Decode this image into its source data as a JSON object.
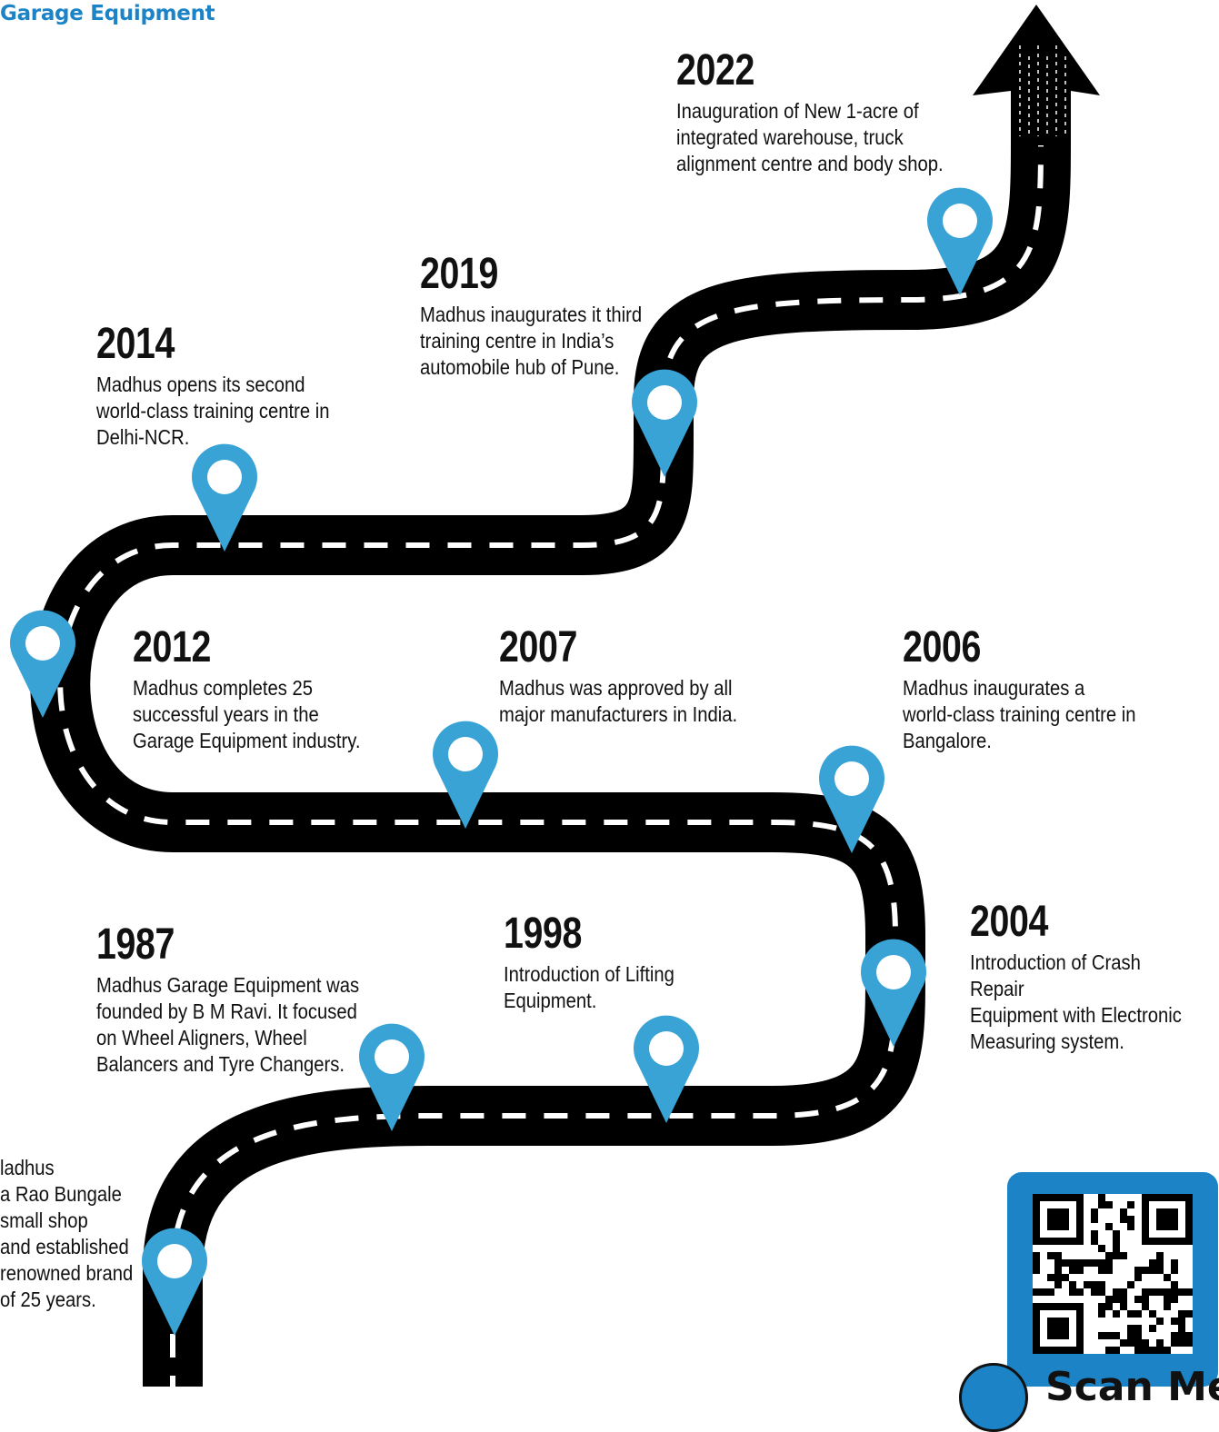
{
  "brand": {
    "tagline": "Garage Equipment",
    "accent_color": "#1c84c6"
  },
  "milestones": [
    {
      "id": "2022",
      "year": "2022",
      "description": "Inauguration of New 1-acre of\nintegrated warehouse, truck\nalignment centre and body shop."
    },
    {
      "id": "2019",
      "year": "2019",
      "description": "Madhus inaugurates it third\ntraining centre in India’s\nautomobile hub of Pune."
    },
    {
      "id": "2014",
      "year": "2014",
      "description": "Madhus opens its second\nworld-class training centre in\nDelhi-NCR."
    },
    {
      "id": "2012",
      "year": "2012",
      "description": "Madhus completes 25\nsuccessful years in the\nGarage Equipment industry."
    },
    {
      "id": "2007",
      "year": "2007",
      "description": "Madhus was approved by all\nmajor manufacturers in India."
    },
    {
      "id": "2006",
      "year": "2006",
      "description": "Madhus inaugurates a\nworld-class training centre in\nBangalore."
    },
    {
      "id": "2004",
      "year": "2004",
      "description": "Introduction of Crash Repair\nEquipment with Electronic\nMeasuring system."
    },
    {
      "id": "1998",
      "year": "1998",
      "description": "Introduction of Lifting\nEquipment."
    },
    {
      "id": "1987",
      "year": "1987",
      "description": "Madhus Garage Equipment was\nfounded by B M Ravi. It focused\non Wheel Aligners, Wheel\nBalancers and Tyre Changers."
    }
  ],
  "cut_off_text": "ladhus\na Rao Bungale\n small shop\nand established\nrenowned brand\nof 25 years.",
  "qr": {
    "label": "Scan Me"
  },
  "colors": {
    "road": "#000000",
    "lane_marking": "#ffffff",
    "pin": "#3aa3d6",
    "text": "#111111"
  }
}
